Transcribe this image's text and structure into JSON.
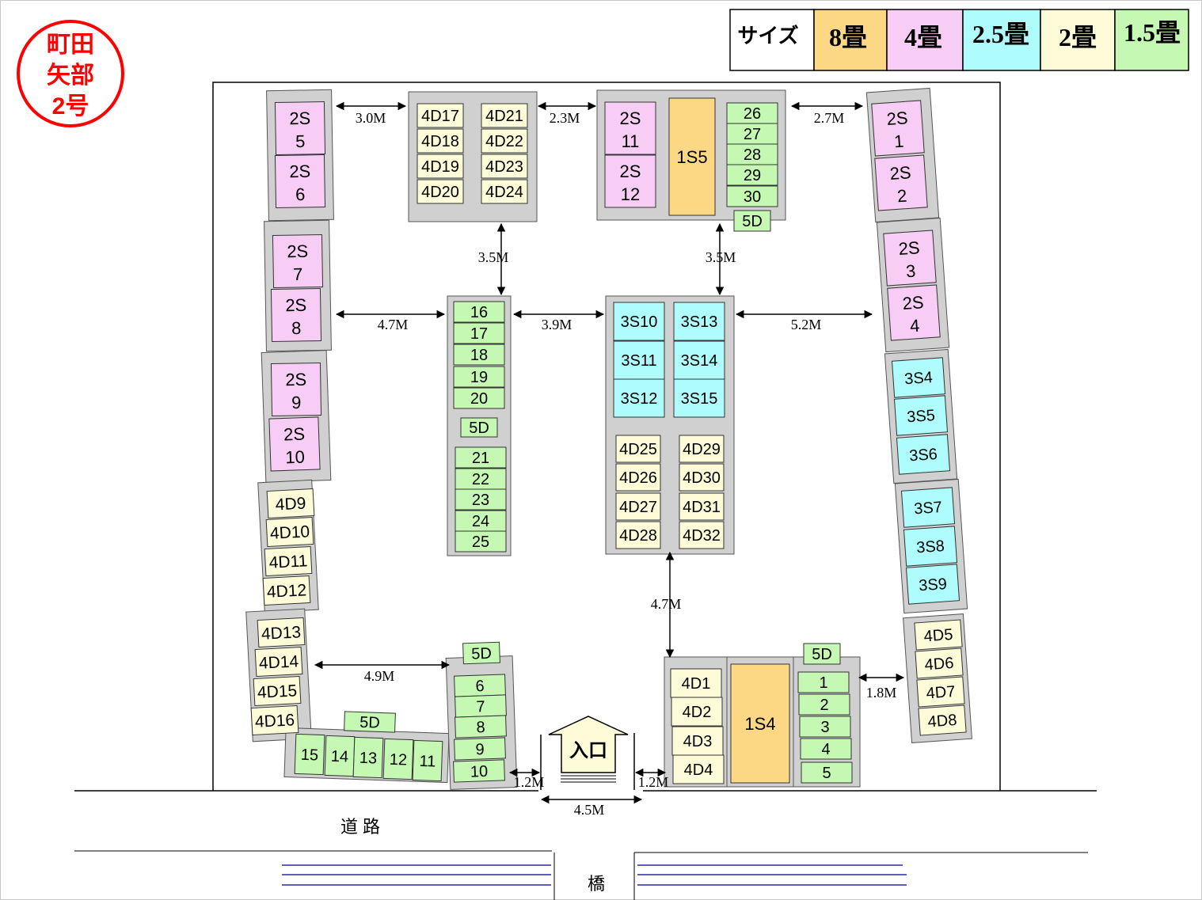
{
  "stamp": {
    "lines": [
      "町田",
      "矢部",
      "2号"
    ],
    "color": "#ff0000"
  },
  "colors": {
    "8": "#fcd884",
    "4": "#f7cdf5",
    "2.5": "#aefcfb",
    "2": "#fefbd8",
    "1.5": "#c5f9b3",
    "frame": "#d0d0d0"
  },
  "legend": {
    "title": "サイズ",
    "items": [
      {
        "label": "8畳",
        "size": "8"
      },
      {
        "label": "4畳",
        "size": "4"
      },
      {
        "label": "2.5畳",
        "size": "2.5"
      },
      {
        "label": "2畳",
        "size": "2"
      },
      {
        "label": "1.5畳",
        "size": "1.5"
      }
    ]
  },
  "units": [
    {
      "id": "2S 5",
      "size": "4"
    },
    {
      "id": "2S 6",
      "size": "4"
    },
    {
      "id": "2S 7",
      "size": "4"
    },
    {
      "id": "2S 8",
      "size": "4"
    },
    {
      "id": "2S 9",
      "size": "4"
    },
    {
      "id": "2S 10",
      "size": "4"
    },
    {
      "id": "4D9",
      "size": "2"
    },
    {
      "id": "4D10",
      "size": "2"
    },
    {
      "id": "4D11",
      "size": "2"
    },
    {
      "id": "4D12",
      "size": "2"
    },
    {
      "id": "4D13",
      "size": "2"
    },
    {
      "id": "4D14",
      "size": "2"
    },
    {
      "id": "4D15",
      "size": "2"
    },
    {
      "id": "4D16",
      "size": "2"
    },
    {
      "id": "15",
      "size": "1.5"
    },
    {
      "id": "14",
      "size": "1.5"
    },
    {
      "id": "13",
      "size": "1.5"
    },
    {
      "id": "12",
      "size": "1.5"
    },
    {
      "id": "11",
      "size": "1.5"
    },
    {
      "id": "5D",
      "size": "1.5"
    },
    {
      "id": "6",
      "size": "1.5"
    },
    {
      "id": "7",
      "size": "1.5"
    },
    {
      "id": "8",
      "size": "1.5"
    },
    {
      "id": "9",
      "size": "1.5"
    },
    {
      "id": "10",
      "size": "1.5"
    },
    {
      "id": "5D",
      "size": "1.5"
    },
    {
      "id": "4D17",
      "size": "2"
    },
    {
      "id": "4D18",
      "size": "2"
    },
    {
      "id": "4D19",
      "size": "2"
    },
    {
      "id": "4D20",
      "size": "2"
    },
    {
      "id": "4D21",
      "size": "2"
    },
    {
      "id": "4D22",
      "size": "2"
    },
    {
      "id": "4D23",
      "size": "2"
    },
    {
      "id": "4D24",
      "size": "2"
    },
    {
      "id": "2S 11",
      "size": "4"
    },
    {
      "id": "2S 12",
      "size": "4"
    },
    {
      "id": "1S5",
      "size": "8"
    },
    {
      "id": "26",
      "size": "1.5"
    },
    {
      "id": "27",
      "size": "1.5"
    },
    {
      "id": "28",
      "size": "1.5"
    },
    {
      "id": "29",
      "size": "1.5"
    },
    {
      "id": "30",
      "size": "1.5"
    },
    {
      "id": "5D",
      "size": "1.5"
    },
    {
      "id": "2S 1",
      "size": "4"
    },
    {
      "id": "2S 2",
      "size": "4"
    },
    {
      "id": "2S 3",
      "size": "4"
    },
    {
      "id": "2S 4",
      "size": "4"
    },
    {
      "id": "3S4",
      "size": "2.5"
    },
    {
      "id": "3S5",
      "size": "2.5"
    },
    {
      "id": "3S6",
      "size": "2.5"
    },
    {
      "id": "3S7",
      "size": "2.5"
    },
    {
      "id": "3S8",
      "size": "2.5"
    },
    {
      "id": "3S9",
      "size": "2.5"
    },
    {
      "id": "4D5",
      "size": "2"
    },
    {
      "id": "4D6",
      "size": "2"
    },
    {
      "id": "4D7",
      "size": "2"
    },
    {
      "id": "4D8",
      "size": "2"
    },
    {
      "id": "16",
      "size": "1.5"
    },
    {
      "id": "17",
      "size": "1.5"
    },
    {
      "id": "18",
      "size": "1.5"
    },
    {
      "id": "19",
      "size": "1.5"
    },
    {
      "id": "20",
      "size": "1.5"
    },
    {
      "id": "5D",
      "size": "1.5"
    },
    {
      "id": "21",
      "size": "1.5"
    },
    {
      "id": "22",
      "size": "1.5"
    },
    {
      "id": "23",
      "size": "1.5"
    },
    {
      "id": "24",
      "size": "1.5"
    },
    {
      "id": "25",
      "size": "1.5"
    },
    {
      "id": "3S10",
      "size": "2.5"
    },
    {
      "id": "3S11",
      "size": "2.5"
    },
    {
      "id": "3S12",
      "size": "2.5"
    },
    {
      "id": "3S13",
      "size": "2.5"
    },
    {
      "id": "3S14",
      "size": "2.5"
    },
    {
      "id": "3S15",
      "size": "2.5"
    },
    {
      "id": "4D25",
      "size": "2"
    },
    {
      "id": "4D26",
      "size": "2"
    },
    {
      "id": "4D27",
      "size": "2"
    },
    {
      "id": "4D28",
      "size": "2"
    },
    {
      "id": "4D29",
      "size": "2"
    },
    {
      "id": "4D30",
      "size": "2"
    },
    {
      "id": "4D31",
      "size": "2"
    },
    {
      "id": "4D32",
      "size": "2"
    },
    {
      "id": "4D1",
      "size": "2"
    },
    {
      "id": "4D2",
      "size": "2"
    },
    {
      "id": "4D3",
      "size": "2"
    },
    {
      "id": "4D4",
      "size": "2"
    },
    {
      "id": "1S4",
      "size": "8"
    },
    {
      "id": "1",
      "size": "1.5"
    },
    {
      "id": "2",
      "size": "1.5"
    },
    {
      "id": "3",
      "size": "1.5"
    },
    {
      "id": "4",
      "size": "1.5"
    },
    {
      "id": "5",
      "size": "1.5"
    },
    {
      "id": "5D",
      "size": "1.5"
    }
  ],
  "distances": [
    "3.0M",
    "2.3M",
    "2.7M",
    "3.5M",
    "3.5M",
    "4.7M",
    "3.9M",
    "5.2M",
    "4.9M",
    "4.7M",
    "1.8M",
    "1.2M",
    "1.2M",
    "4.5M"
  ],
  "entrance": {
    "label": "入口"
  },
  "road": {
    "label": "道 路"
  },
  "bridge": {
    "label": "橋"
  }
}
